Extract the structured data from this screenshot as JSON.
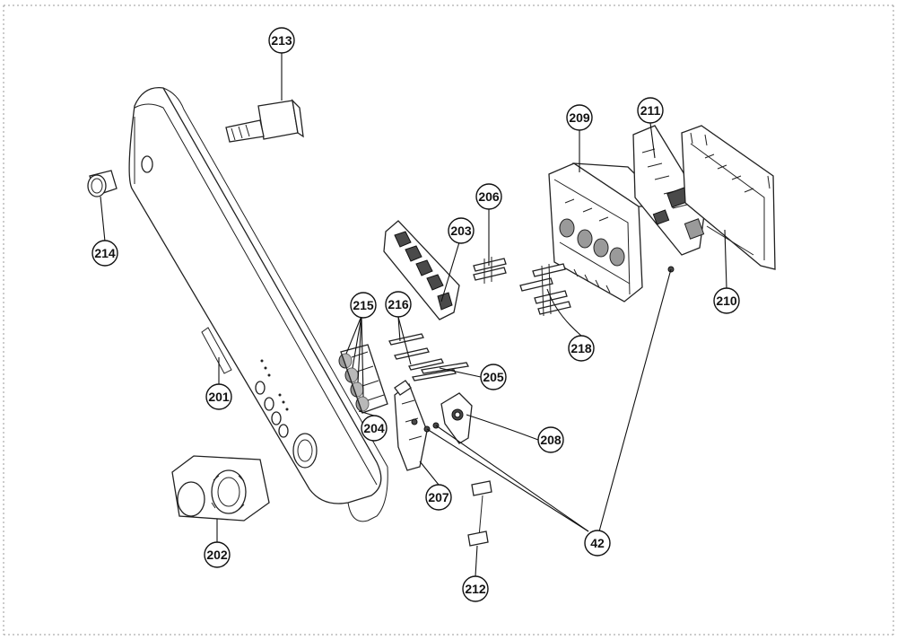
{
  "diagram": {
    "callouts": [
      "213",
      "214",
      "201",
      "202",
      "215",
      "216",
      "203",
      "206",
      "204",
      "205",
      "207",
      "208",
      "212",
      "42",
      "209",
      "211",
      "210",
      "218"
    ]
  }
}
